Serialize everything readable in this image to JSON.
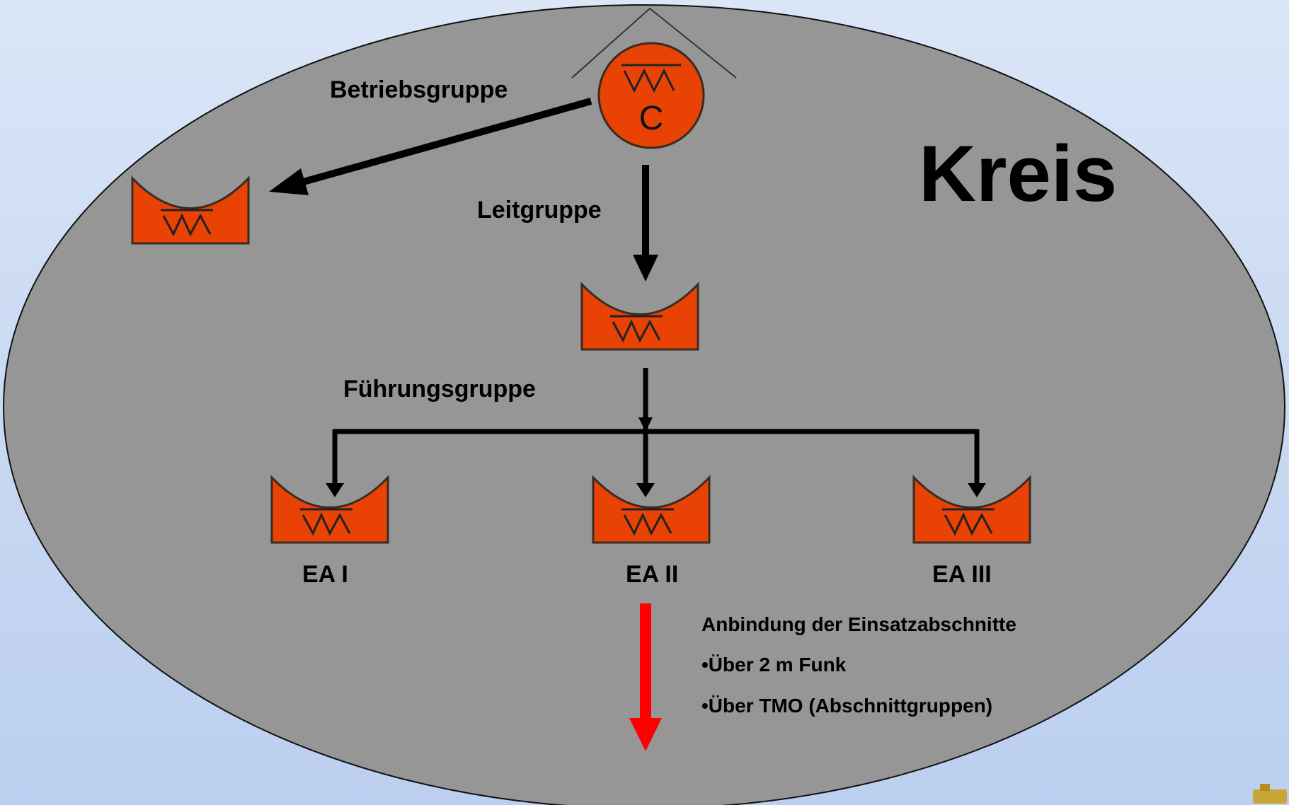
{
  "diagram": {
    "region_label": "Kreis",
    "command_center": {
      "letter": "C"
    },
    "groups": {
      "betriebsgruppe": "Betriebsgruppe",
      "leitgruppe": "Leitgruppe",
      "fuehrungsgruppe": "Führungsgruppe"
    },
    "sections": [
      {
        "label": "EA I"
      },
      {
        "label": "EA II"
      },
      {
        "label": "EA III"
      }
    ],
    "info": {
      "heading": "Anbindung der Einsatzabschnitte",
      "items": [
        "•Über 2 m Funk",
        "•Über TMO (Abschnittgruppen)"
      ]
    },
    "colors": {
      "unit_fill": "#e84205",
      "ellipse_fill": "#969696",
      "arrow": "#000000",
      "down_arrow": "#ff0000"
    }
  }
}
